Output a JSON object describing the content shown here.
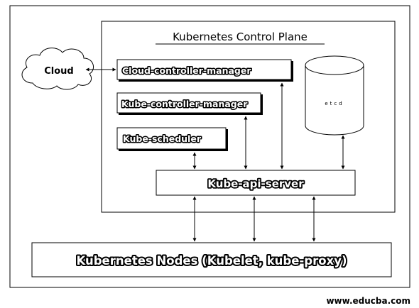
{
  "diagram": {
    "title": "Kubernetes Control Plane",
    "cloud_label": "Cloud",
    "cloud_controller_manager": "Cloud-controller-manager",
    "kube_controller_manager": "Kube-controller-manager",
    "kube_scheduler": "Kube-scheduler",
    "kube_api_server": "Kube-api-server",
    "database_label": "etcd",
    "nodes": "Kubernetes Nodes (Kubelet, kube-proxy)"
  },
  "footer": {
    "website": "www.educba.com"
  }
}
